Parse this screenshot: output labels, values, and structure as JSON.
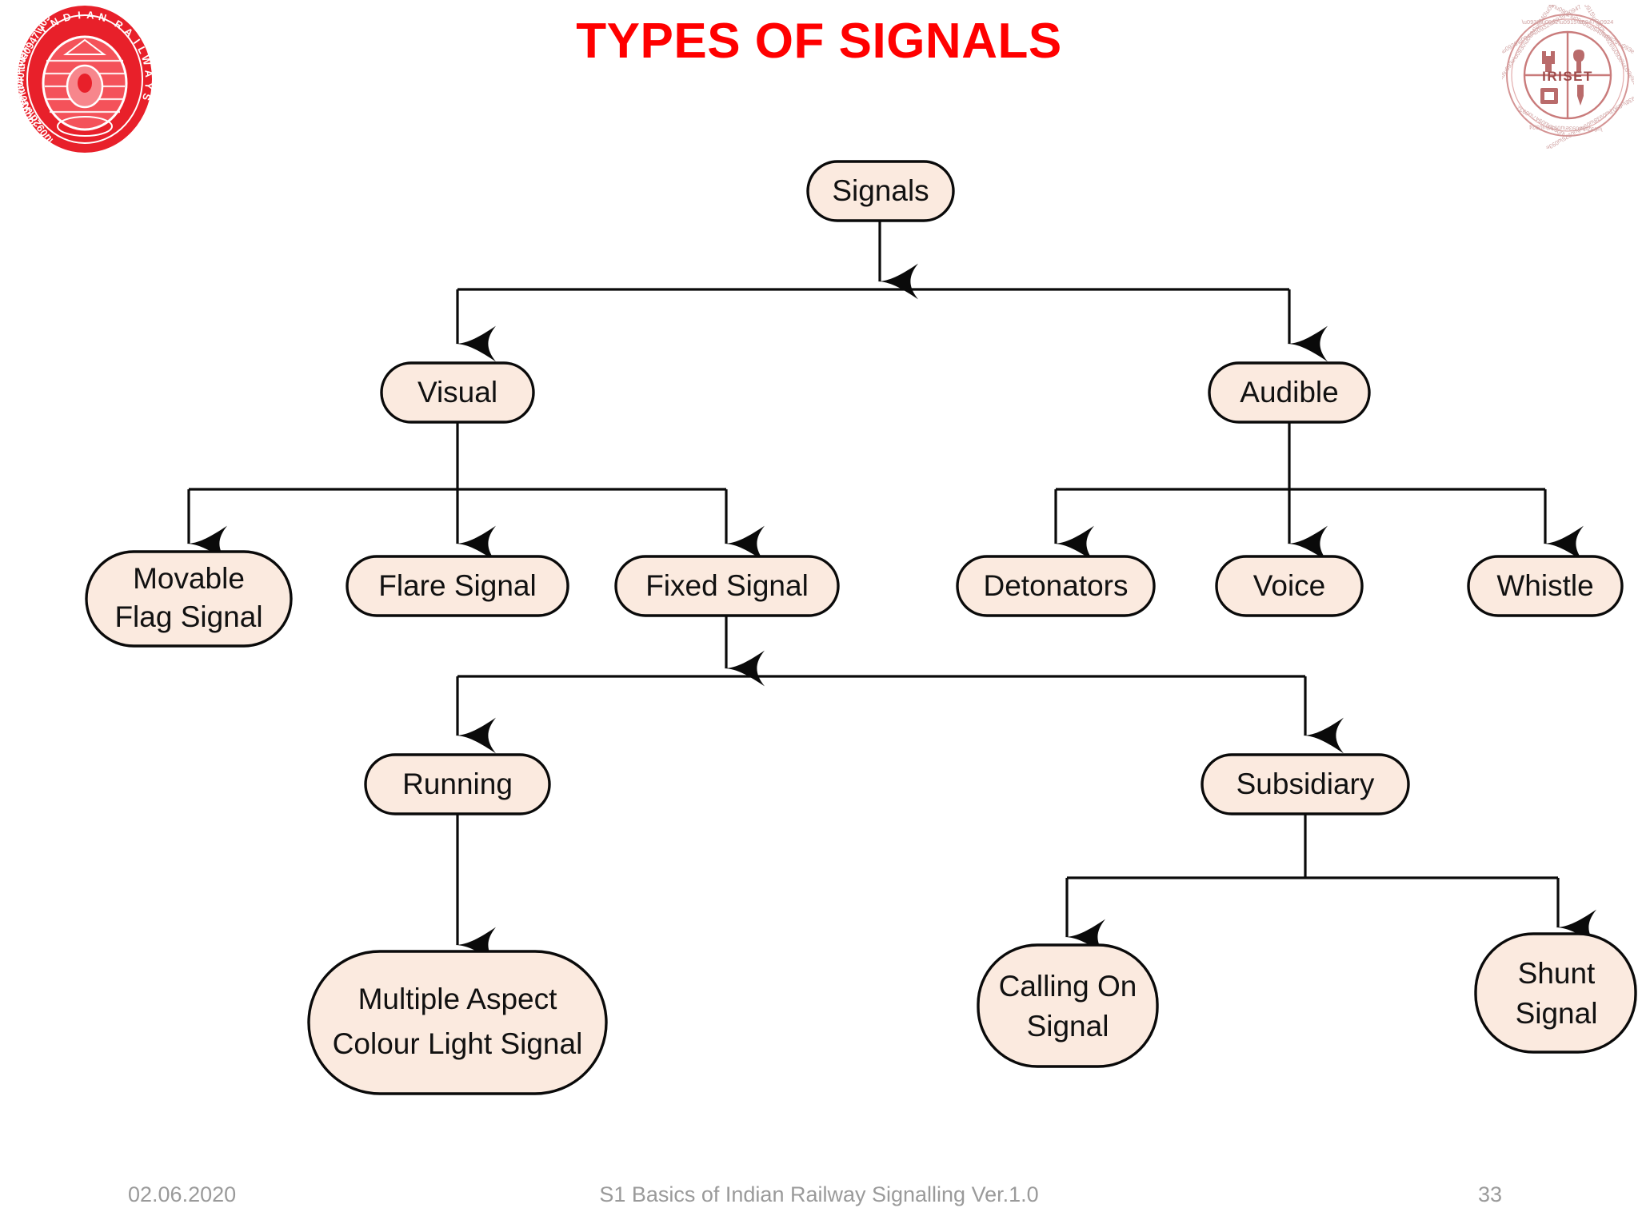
{
  "title": "TYPES OF SIGNALS",
  "title_color": "#FF0000",
  "logos": {
    "left": {
      "name": "indian-railways-logo",
      "text_outer": "भारतीय रेल • INDIAN RAILWAYS",
      "color": "#E8202A"
    },
    "right": {
      "name": "iriset-logo",
      "text_center": "IRISET",
      "color": "#C97B7B"
    }
  },
  "chart_data": {
    "type": "tree",
    "title": "TYPES OF SIGNALS",
    "node_fill": "#FBEADF",
    "node_stroke": "#0a0a0a",
    "root": "Signals",
    "nodes": [
      {
        "id": "signals",
        "label": "Signals",
        "lines": [
          "Signals"
        ]
      },
      {
        "id": "visual",
        "label": "Visual",
        "lines": [
          "Visual"
        ]
      },
      {
        "id": "audible",
        "label": "Audible",
        "lines": [
          "Audible"
        ]
      },
      {
        "id": "movable",
        "label": "Movable Flag Signal",
        "lines": [
          "Movable",
          "Flag Signal"
        ]
      },
      {
        "id": "flare",
        "label": "Flare Signal",
        "lines": [
          "Flare Signal"
        ]
      },
      {
        "id": "fixed",
        "label": "Fixed Signal",
        "lines": [
          "Fixed Signal"
        ]
      },
      {
        "id": "detonators",
        "label": "Detonators",
        "lines": [
          "Detonators"
        ]
      },
      {
        "id": "voice",
        "label": "Voice",
        "lines": [
          "Voice"
        ]
      },
      {
        "id": "whistle",
        "label": "Whistle",
        "lines": [
          "Whistle"
        ]
      },
      {
        "id": "running",
        "label": "Running",
        "lines": [
          "Running"
        ]
      },
      {
        "id": "subsidiary",
        "label": "Subsidiary",
        "lines": [
          "Subsidiary"
        ]
      },
      {
        "id": "macls",
        "label": "Multiple Aspect Colour Light Signal",
        "lines": [
          "Multiple Aspect",
          "Colour Light Signal"
        ]
      },
      {
        "id": "callingon",
        "label": "Calling On Signal",
        "lines": [
          "Calling On",
          "Signal"
        ]
      },
      {
        "id": "shunt",
        "label": "Shunt Signal",
        "lines": [
          "Shunt",
          "Signal"
        ]
      }
    ],
    "edges": [
      {
        "from": "signals",
        "to": "visual"
      },
      {
        "from": "signals",
        "to": "audible"
      },
      {
        "from": "visual",
        "to": "movable"
      },
      {
        "from": "visual",
        "to": "flare"
      },
      {
        "from": "visual",
        "to": "fixed"
      },
      {
        "from": "audible",
        "to": "detonators"
      },
      {
        "from": "audible",
        "to": "voice"
      },
      {
        "from": "audible",
        "to": "whistle"
      },
      {
        "from": "fixed",
        "to": "running"
      },
      {
        "from": "fixed",
        "to": "subsidiary"
      },
      {
        "from": "running",
        "to": "macls"
      },
      {
        "from": "subsidiary",
        "to": "callingon"
      },
      {
        "from": "subsidiary",
        "to": "shunt"
      }
    ]
  },
  "labels": {
    "signals": "Signals",
    "visual": "Visual",
    "audible": "Audible",
    "movable_l1": "Movable",
    "movable_l2": "Flag Signal",
    "flare": "Flare Signal",
    "fixed": "Fixed Signal",
    "detonators": "Detonators",
    "voice": "Voice",
    "whistle": "Whistle",
    "running": "Running",
    "subsidiary": "Subsidiary",
    "macls_l1": "Multiple Aspect",
    "macls_l2": "Colour Light Signal",
    "callingon_l1": "Calling On",
    "callingon_l2": "Signal",
    "shunt_l1": "Shunt",
    "shunt_l2": "Signal"
  },
  "footer": {
    "date": "02.06.2020",
    "center": "S1 Basics of Indian Railway Signalling  Ver.1.0",
    "page": "33"
  }
}
